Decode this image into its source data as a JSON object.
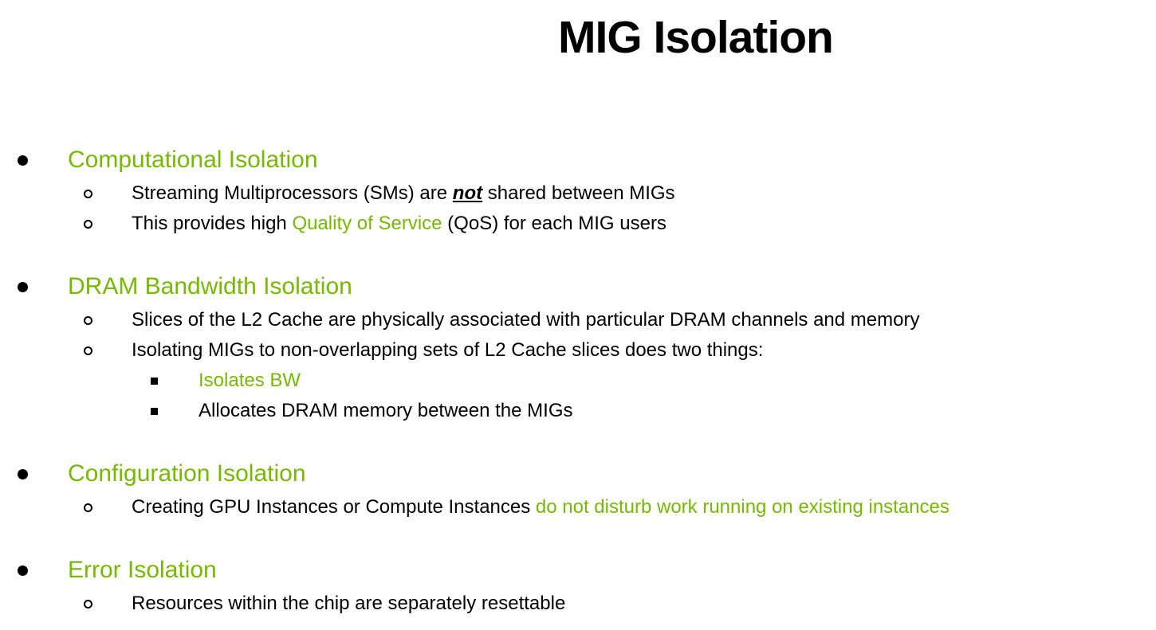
{
  "slide": {
    "title": "MIG Isolation",
    "colors": {
      "accent_green": "#76B900",
      "text_black": "#000000",
      "background": "#FFFFFF"
    },
    "bullet_icons": {
      "level1": "disc-bullet-icon",
      "level2": "circle-bullet-icon",
      "level3": "square-bullet-icon"
    },
    "sections": [
      {
        "heading": "Computational Isolation",
        "items": [
          {
            "level": 2,
            "runs": [
              {
                "text": "Streaming Multiprocessors (SMs) are "
              },
              {
                "text": "not",
                "style": "emph"
              },
              {
                "text": " shared between MIGs"
              }
            ]
          },
          {
            "level": 2,
            "runs": [
              {
                "text": "This provides high "
              },
              {
                "text": "Quality of Service",
                "style": "green"
              },
              {
                "text": " (QoS) for each MIG users"
              }
            ]
          }
        ]
      },
      {
        "heading": "DRAM Bandwidth Isolation",
        "items": [
          {
            "level": 2,
            "runs": [
              {
                "text": "Slices of the L2 Cache are physically associated with particular DRAM channels and memory"
              }
            ]
          },
          {
            "level": 2,
            "runs": [
              {
                "text": "Isolating MIGs to non-overlapping sets of L2 Cache slices does two things:"
              }
            ]
          },
          {
            "level": 3,
            "runs": [
              {
                "text": "Isolates BW",
                "style": "green"
              }
            ]
          },
          {
            "level": 3,
            "runs": [
              {
                "text": "Allocates DRAM memory between the MIGs"
              }
            ]
          }
        ]
      },
      {
        "heading": "Configuration Isolation",
        "items": [
          {
            "level": 2,
            "runs": [
              {
                "text": "Creating GPU Instances or Compute Instances "
              },
              {
                "text": "do not disturb work running on existing instances",
                "style": "green"
              }
            ]
          }
        ]
      },
      {
        "heading": "Error Isolation",
        "items": [
          {
            "level": 2,
            "runs": [
              {
                "text": "Resources within the chip are separately resettable"
              }
            ]
          }
        ]
      }
    ]
  }
}
